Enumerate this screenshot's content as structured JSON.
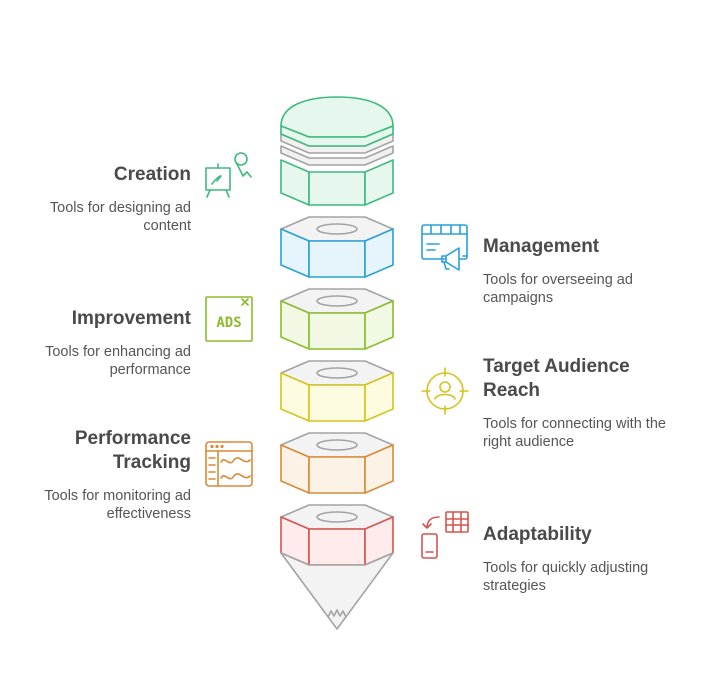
{
  "items": [
    {
      "key": "creation",
      "title": "Creation",
      "desc": "Tools for designing ad content",
      "color": "#3dba7e",
      "fill": "#e6f7ee",
      "icon": "easel-brush-icon"
    },
    {
      "key": "management",
      "title": "Management",
      "desc": "Tools for overseeing ad campaigns",
      "color": "#2aa0d8",
      "fill": "#e6f5fc",
      "icon": "calendar-megaphone-icon"
    },
    {
      "key": "improvement",
      "title": "Improvement",
      "desc": "Tools for enhancing ad performance",
      "color": "#8cbc2c",
      "fill": "#f1f8e3",
      "icon": "ads-window-icon",
      "icon_text": "ADS"
    },
    {
      "key": "target",
      "title": "Target Audience Reach",
      "desc": "Tools for connecting with the right audience",
      "color": "#d6c31e",
      "fill": "#fdfbe0",
      "icon": "target-user-icon"
    },
    {
      "key": "tracking",
      "title": "Performance Tracking",
      "desc": "Tools for monitoring ad effectiveness",
      "color": "#d98a35",
      "fill": "#fdf2e6",
      "icon": "analytics-window-icon"
    },
    {
      "key": "adaptability",
      "title": "Adaptability",
      "desc": "Tools for quickly adjusting strategies",
      "color": "#d6554e",
      "fill": "#fdeceb",
      "icon": "device-sync-icon"
    }
  ],
  "neutral_color": "#a3a3a3"
}
